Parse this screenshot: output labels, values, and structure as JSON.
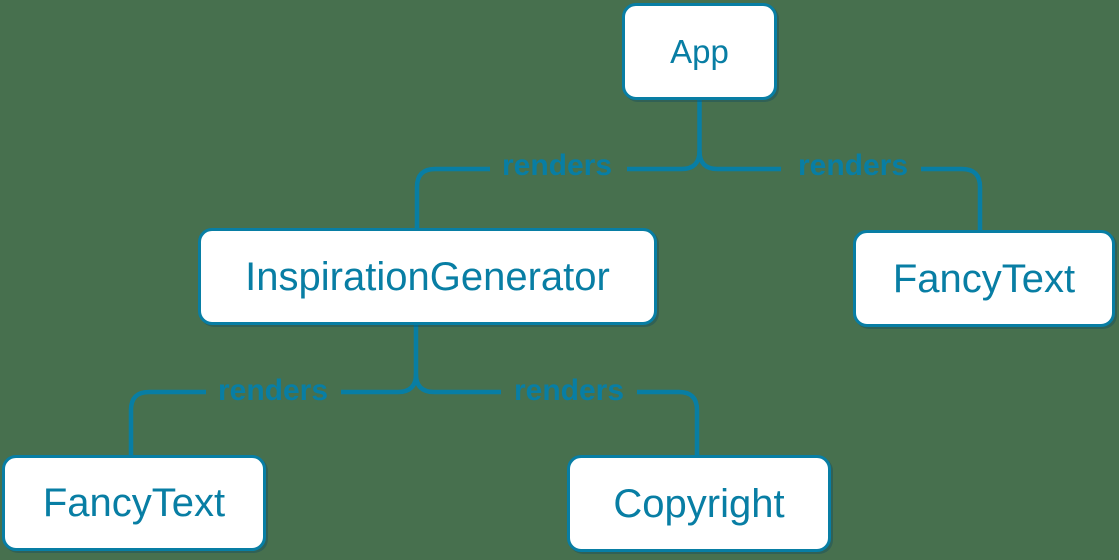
{
  "diagram_type": "component-render-tree",
  "colors": {
    "background": "#47704e",
    "accent": "#087ea4",
    "node_fill": "#ffffff"
  },
  "nodes": [
    {
      "id": "app",
      "label": "App"
    },
    {
      "id": "inspiration-generator",
      "label": "InspirationGenerator"
    },
    {
      "id": "fancy-text-top",
      "label": "FancyText"
    },
    {
      "id": "fancy-text-bottom",
      "label": "FancyText"
    },
    {
      "id": "copyright",
      "label": "Copyright"
    }
  ],
  "edges": [
    {
      "from": "App",
      "to": "InspirationGenerator",
      "label": "renders"
    },
    {
      "from": "App",
      "to": "FancyText",
      "label": "renders"
    },
    {
      "from": "InspirationGenerator",
      "to": "FancyText",
      "label": "renders"
    },
    {
      "from": "InspirationGenerator",
      "to": "Copyright",
      "label": "renders"
    }
  ]
}
